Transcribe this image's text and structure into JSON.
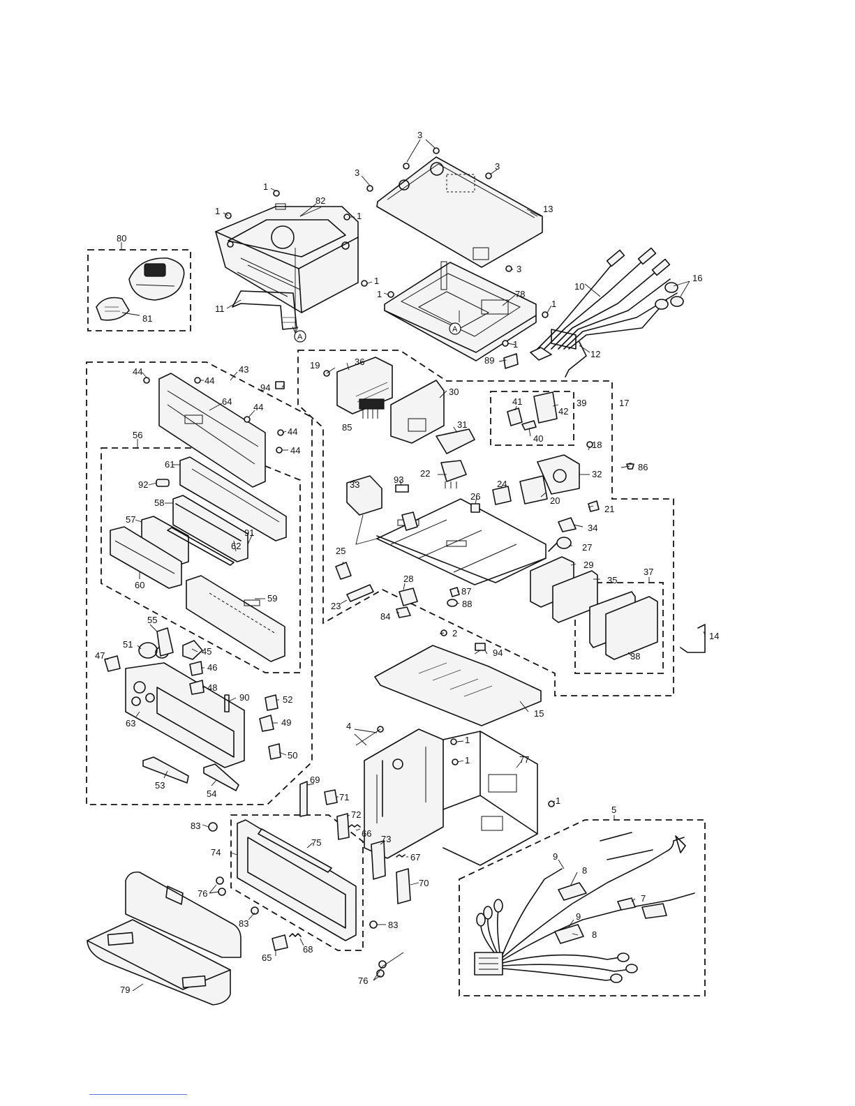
{
  "figure": {
    "kind": "exploded parts view",
    "reference_mark": "A"
  },
  "callouts": {
    "c1": "1",
    "c2": "2",
    "c3": "3",
    "c4": "4",
    "c5": "5",
    "c7": "7",
    "c8": "8",
    "c9": "9",
    "c10": "10",
    "c11": "11",
    "c12": "12",
    "c13": "13",
    "c14": "14",
    "c15": "15",
    "c16": "16",
    "c17": "17",
    "c18": "18",
    "c19": "19",
    "c20": "20",
    "c21": "21",
    "c22": "22",
    "c23": "23",
    "c24": "24",
    "c25": "25",
    "c26": "26",
    "c27": "27",
    "c28": "28",
    "c29": "29",
    "c30": "30",
    "c31": "31",
    "c32": "32",
    "c33": "33",
    "c34": "34",
    "c35": "35",
    "c36": "36",
    "c37": "37",
    "c38": "38",
    "c39": "39",
    "c40": "40",
    "c41": "41",
    "c42": "42",
    "c43": "43",
    "c44": "44",
    "c45": "45",
    "c46": "46",
    "c47": "47",
    "c48": "48",
    "c49": "49",
    "c50": "50",
    "c51": "51",
    "c52": "52",
    "c53": "53",
    "c54": "54",
    "c55": "55",
    "c56": "56",
    "c57": "57",
    "c58": "58",
    "c59": "59",
    "c60": "60",
    "c61": "61",
    "c62": "62",
    "c63": "63",
    "c64": "64",
    "c65": "65",
    "c66": "66",
    "c67": "67",
    "c68": "68",
    "c69": "69",
    "c70": "70",
    "c71": "71",
    "c72": "72",
    "c73": "73",
    "c74": "74",
    "c75": "75",
    "c76": "76",
    "c77": "77",
    "c78": "78",
    "c79": "79",
    "c80": "80",
    "c81": "81",
    "c82": "82",
    "c83": "83",
    "c84": "84",
    "c85": "85",
    "c86": "86",
    "c87": "87",
    "c88": "88",
    "c89": "89",
    "c90": "90",
    "c91": "91",
    "c92": "92",
    "c93": "93",
    "c94": "94"
  }
}
